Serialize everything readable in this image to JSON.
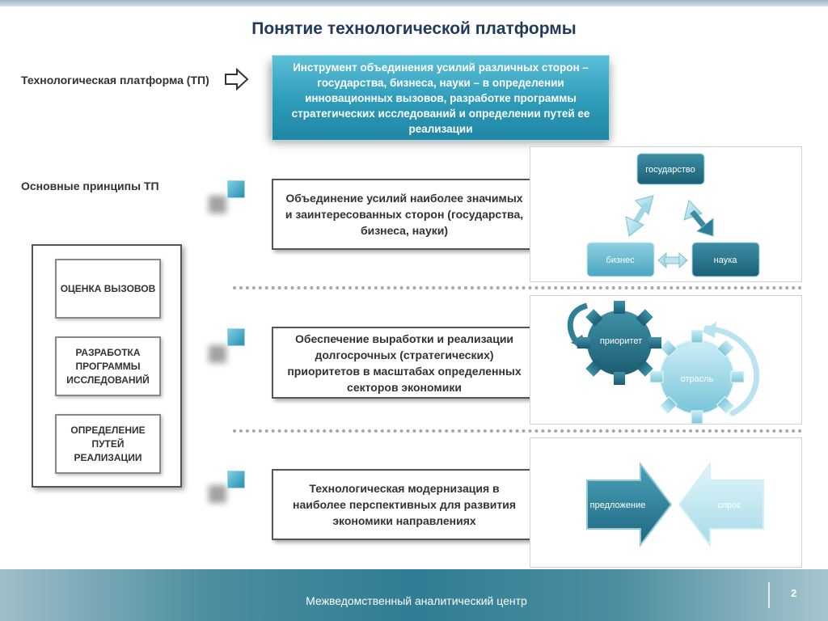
{
  "slide": {
    "title": "Понятие технологической платформы"
  },
  "labels": {
    "tp": "Технологическая платформа (ТП)",
    "principles": "Основные принципы ТП"
  },
  "definition": "Инструмент объединения усилий различных сторон – государства, бизнеса, науки – в определении инновационных вызовов, разработке программы стратегических исследований и определении путей ее реализации",
  "principles": [
    "Объединение усилий наиболее значимых и заинтересованных сторон (государства, бизнеса, науки)",
    "Обеспечение выработки и реализации долгосрочных (стратегических) приоритетов в масштабах определенных секторов экономики",
    "Технологическая модернизация в наиболее перспективных для развития экономики направлениях"
  ],
  "stages": [
    "ОЦЕНКА ВЫЗОВОВ",
    "РАЗРАБОТКА ПРОГРАММЫ ИССЛЕДОВАНИЙ",
    "ОПРЕДЕЛЕНИЕ ПУТЕЙ РЕАЛИЗАЦИИ"
  ],
  "triangle": {
    "top": "государство",
    "left": "бизнес",
    "right": "наука"
  },
  "gears": {
    "first": "приоритет",
    "second": "отрасль"
  },
  "arrows": {
    "supply": "предложение",
    "demand": "спрос"
  },
  "footer": {
    "org": "Межведомственный аналитический центр",
    "page": "2"
  },
  "colors": {
    "title": "#1f3a5a",
    "accent": "#2d9bb9",
    "footer": "#2f7d94"
  }
}
